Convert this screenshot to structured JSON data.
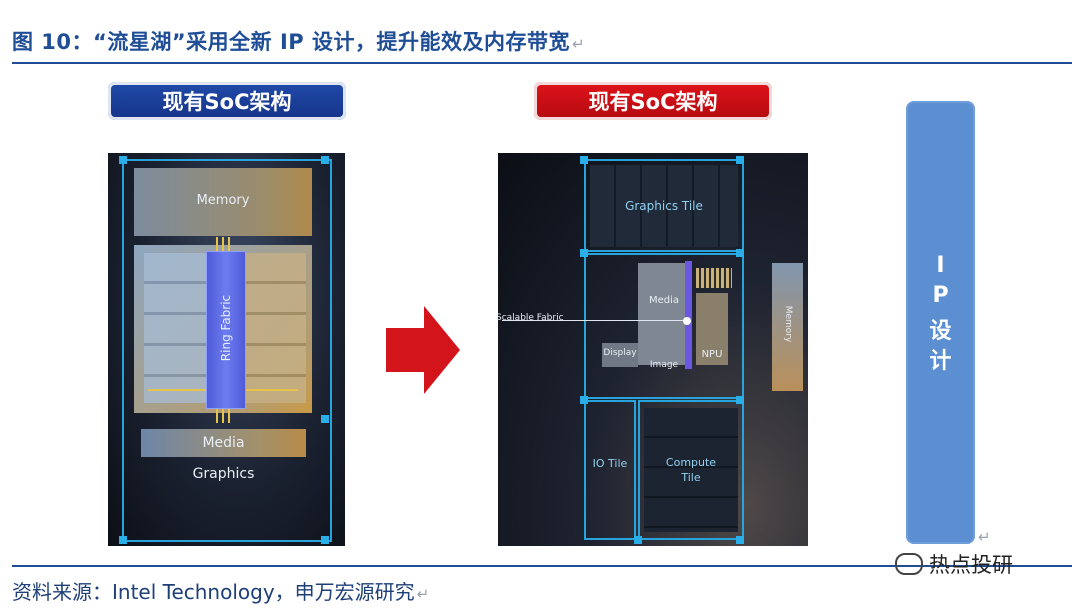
{
  "header": {
    "title": "图 10：“流星湖”采用全新 IP 设计，提升能效及内存带宽",
    "return_glyph": "↵"
  },
  "labels": {
    "left": "现有SoC架构",
    "right": "现有SoC架构"
  },
  "left_diagram": {
    "memory": "Memory",
    "ring_fabric": "Ring Fabric",
    "media": "Media",
    "graphics": "Graphics"
  },
  "right_diagram": {
    "graphics_tile": "Graphics Tile",
    "media": "Media",
    "scalable_fabric": "Scalable Fabric",
    "display": "Display",
    "image": "Image",
    "npu": "NPU",
    "memory": "Memory",
    "io_tile": "IO Tile",
    "compute_tile": "Compute Tile"
  },
  "ip_box": {
    "chars": [
      "I",
      "P",
      "设",
      "计"
    ],
    "return_glyph": "↵"
  },
  "footer": {
    "source": "资料来源：Intel Technology，申万宏源研究",
    "return_glyph": "↵"
  },
  "watermark": {
    "text": "热点投研"
  },
  "colors": {
    "brand_blue": "#1f4e96",
    "label_blue": "#1f4aa8",
    "label_red": "#e0131a",
    "ip_blue": "#5b8fd1",
    "frame_cyan": "#28a4dc"
  }
}
